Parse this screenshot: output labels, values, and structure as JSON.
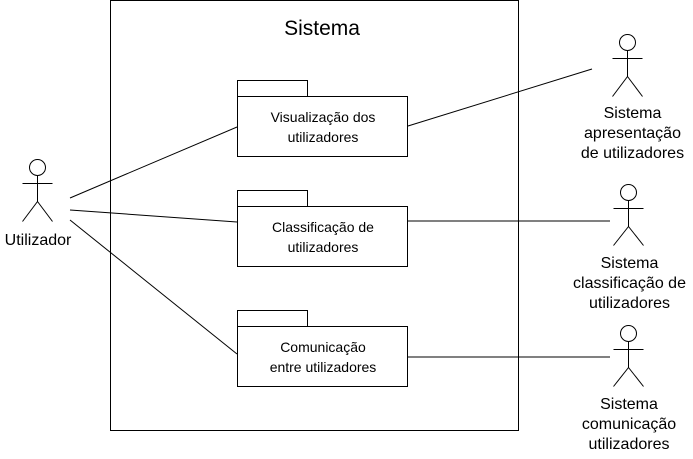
{
  "system": {
    "title": "Sistema"
  },
  "actors": {
    "user": {
      "label": "Utilizador"
    },
    "presentation": {
      "line1": "Sistema",
      "line2": "apresentação",
      "line3": "de utilizadores"
    },
    "classification": {
      "line1": "Sistema",
      "line2": "classificação de",
      "line3": "utilizadores"
    },
    "communication": {
      "line1": "Sistema",
      "line2": "comunicação",
      "line3": "utilizadores"
    }
  },
  "packages": [
    {
      "line1": "Visualização dos",
      "line2": "utilizadores"
    },
    {
      "line1": "Classificação de",
      "line2": "utilizadores"
    },
    {
      "line1": "Comunicação",
      "line2": "entre utilizadores"
    }
  ],
  "colors": {
    "stroke": "#000000",
    "background": "#ffffff"
  }
}
